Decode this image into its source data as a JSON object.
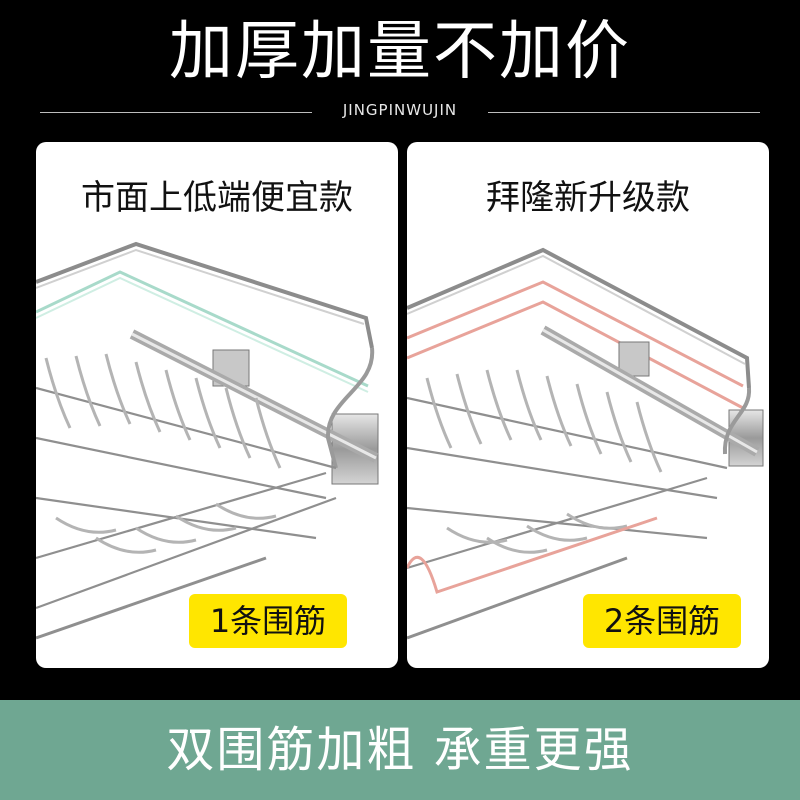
{
  "headline": "加厚加量不加价",
  "brand_tag": "JINGPINWUJIN",
  "comparison": {
    "left": {
      "title": "市面上低端便宜款",
      "badge": "1条围筋"
    },
    "right": {
      "title": "拜隆新升级款",
      "badge": "2条围筋"
    }
  },
  "footer": "双围筋加粗 承重更强",
  "colors": {
    "background": "#000000",
    "badge": "#ffe600",
    "footer": "#6fa792",
    "rail_glass": "#9fd6c4",
    "rail_pink": "#e8a39a"
  }
}
